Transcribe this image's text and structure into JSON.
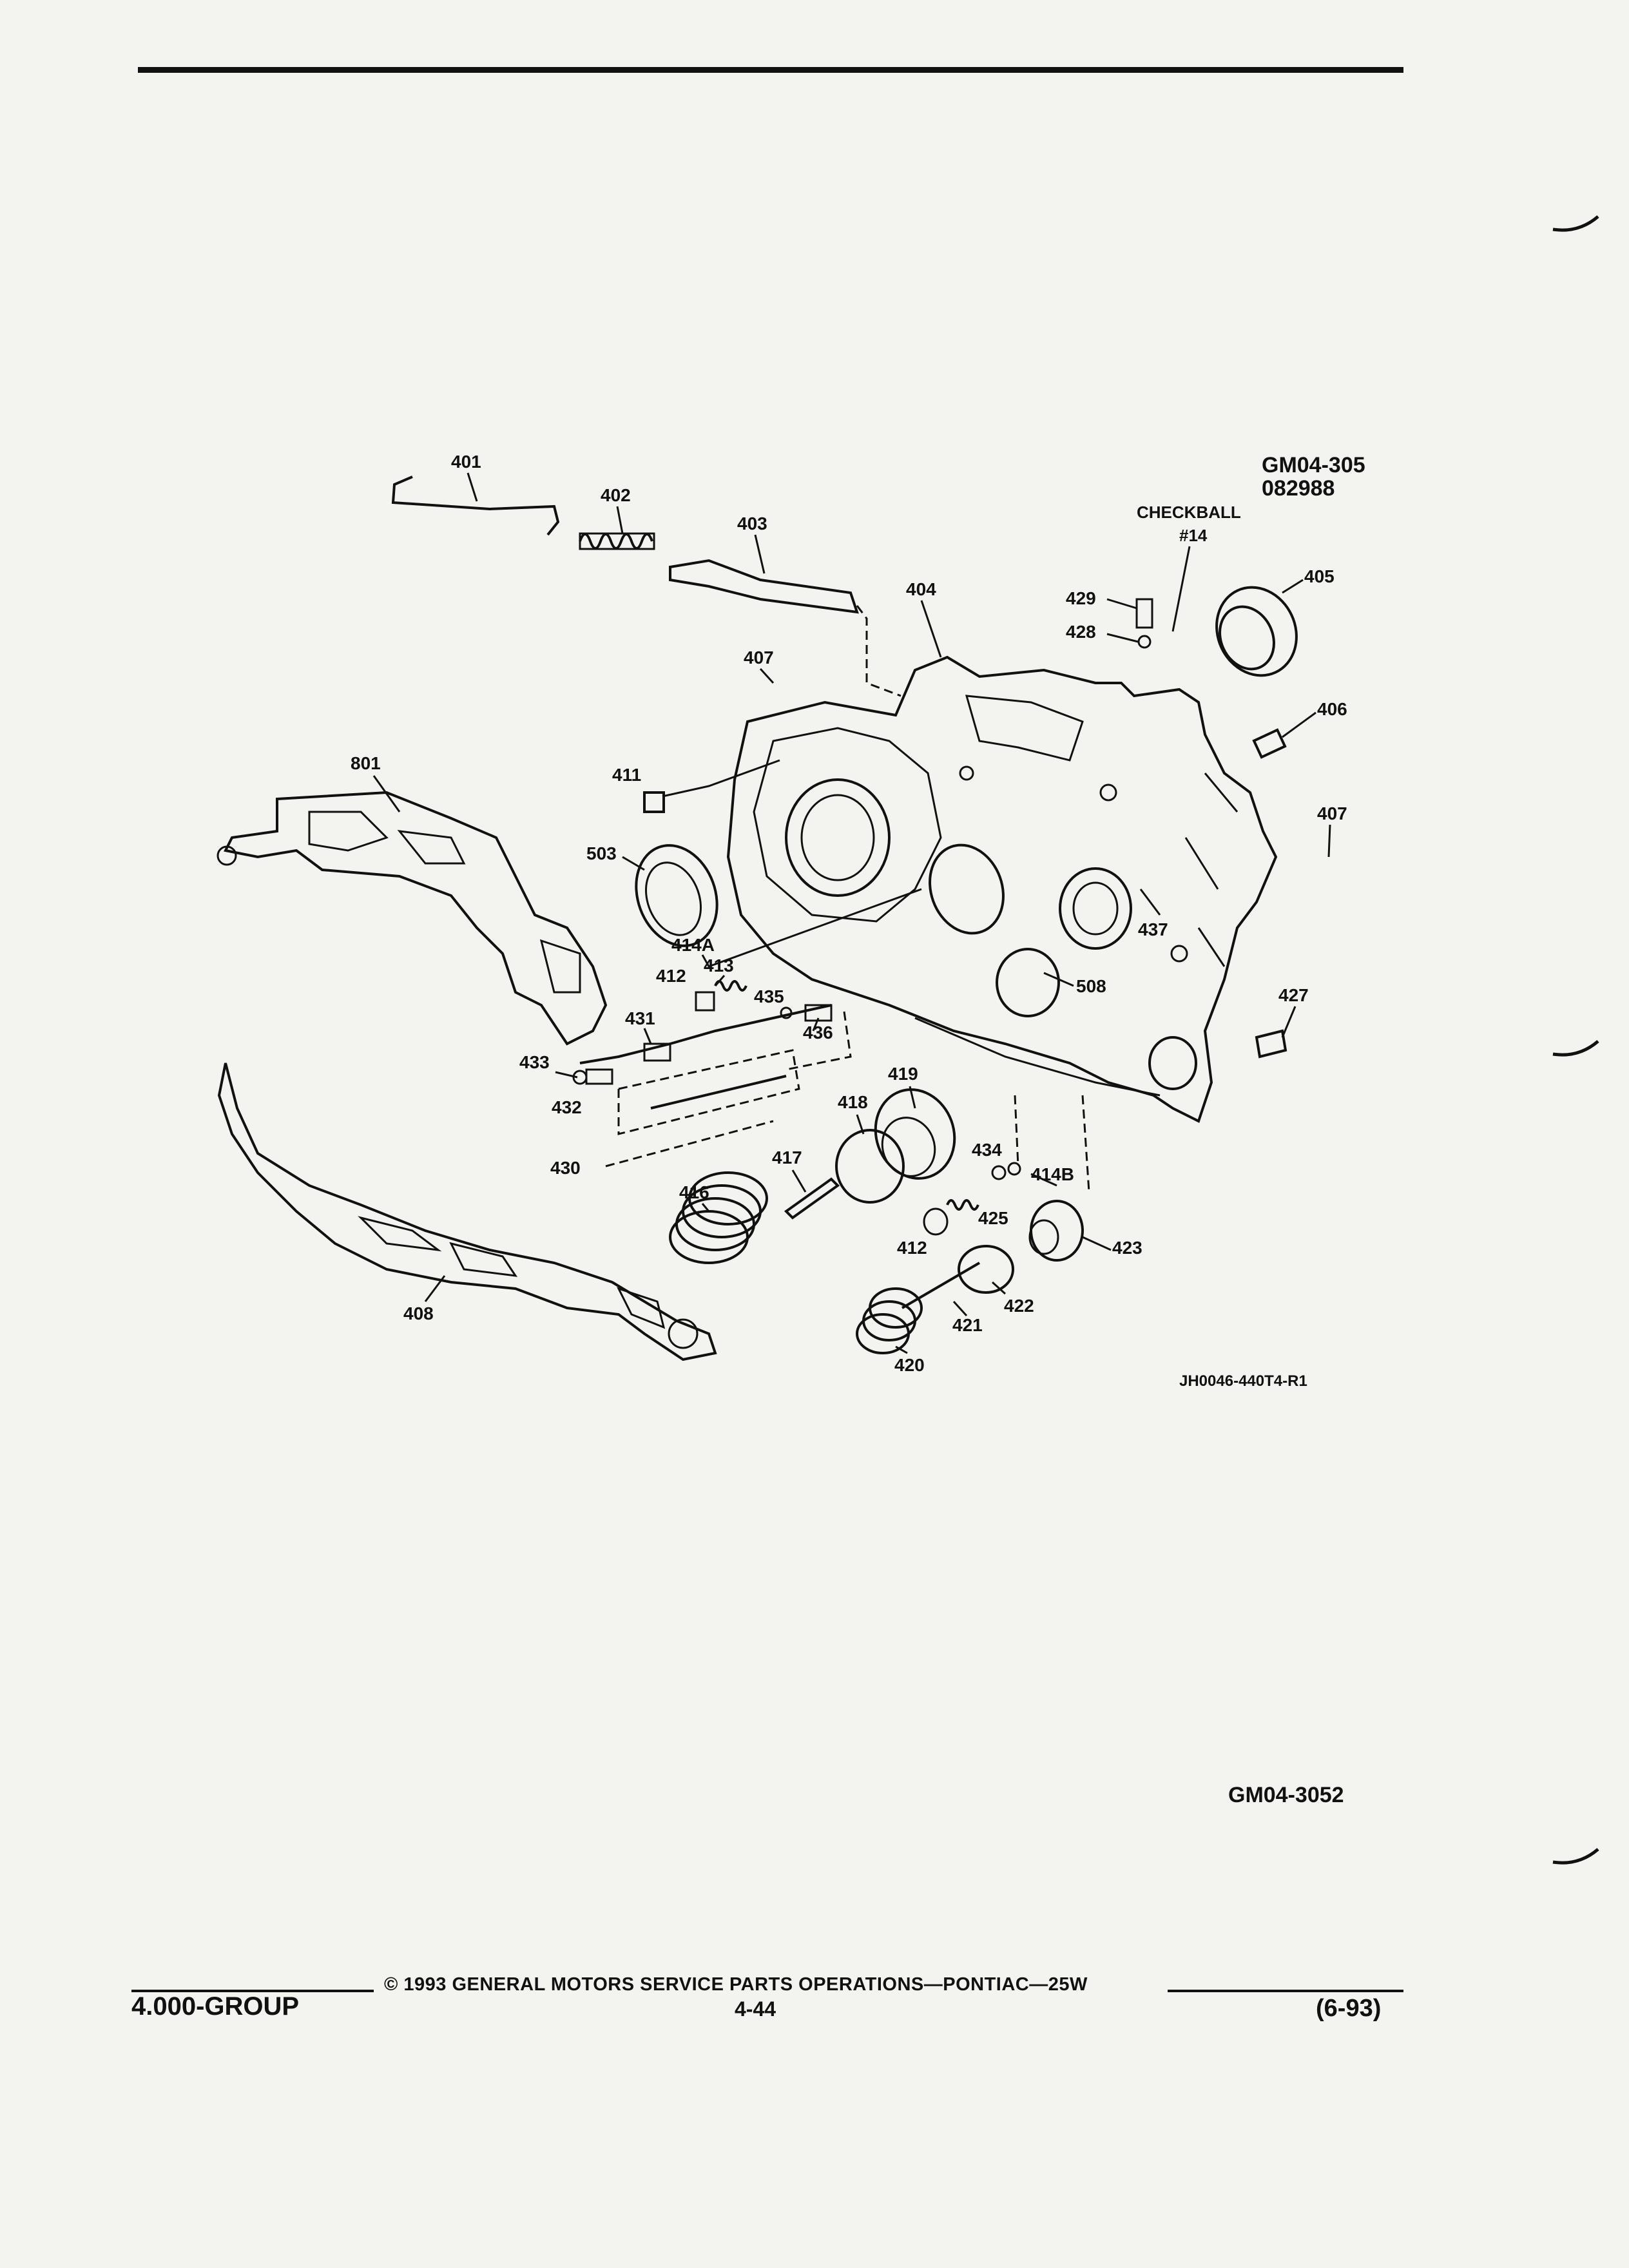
{
  "header": {
    "figure_id": "GM04-305",
    "figure_date": "082988",
    "checkball_label": "CHECKBALL",
    "checkball_number": "#14"
  },
  "callouts": [
    "401",
    "402",
    "403",
    "404",
    "405",
    "406",
    "407",
    "407",
    "411",
    "801",
    "503",
    "414A",
    "413",
    "412",
    "435",
    "431",
    "436",
    "433",
    "432",
    "430",
    "419",
    "418",
    "417",
    "416",
    "434",
    "414B",
    "425",
    "412",
    "423",
    "422",
    "421",
    "420",
    "408",
    "429",
    "428",
    "437",
    "508",
    "427"
  ],
  "drawing_number": "JH0046-440T4-R1",
  "diagram_ref": "GM04-3052",
  "footer": {
    "copyright": "© 1993  GENERAL MOTORS SERVICE PARTS OPERATIONS—PONTIAC—25W",
    "group": "4.000-GROUP",
    "page": "4-44",
    "date": "(6-93)"
  }
}
